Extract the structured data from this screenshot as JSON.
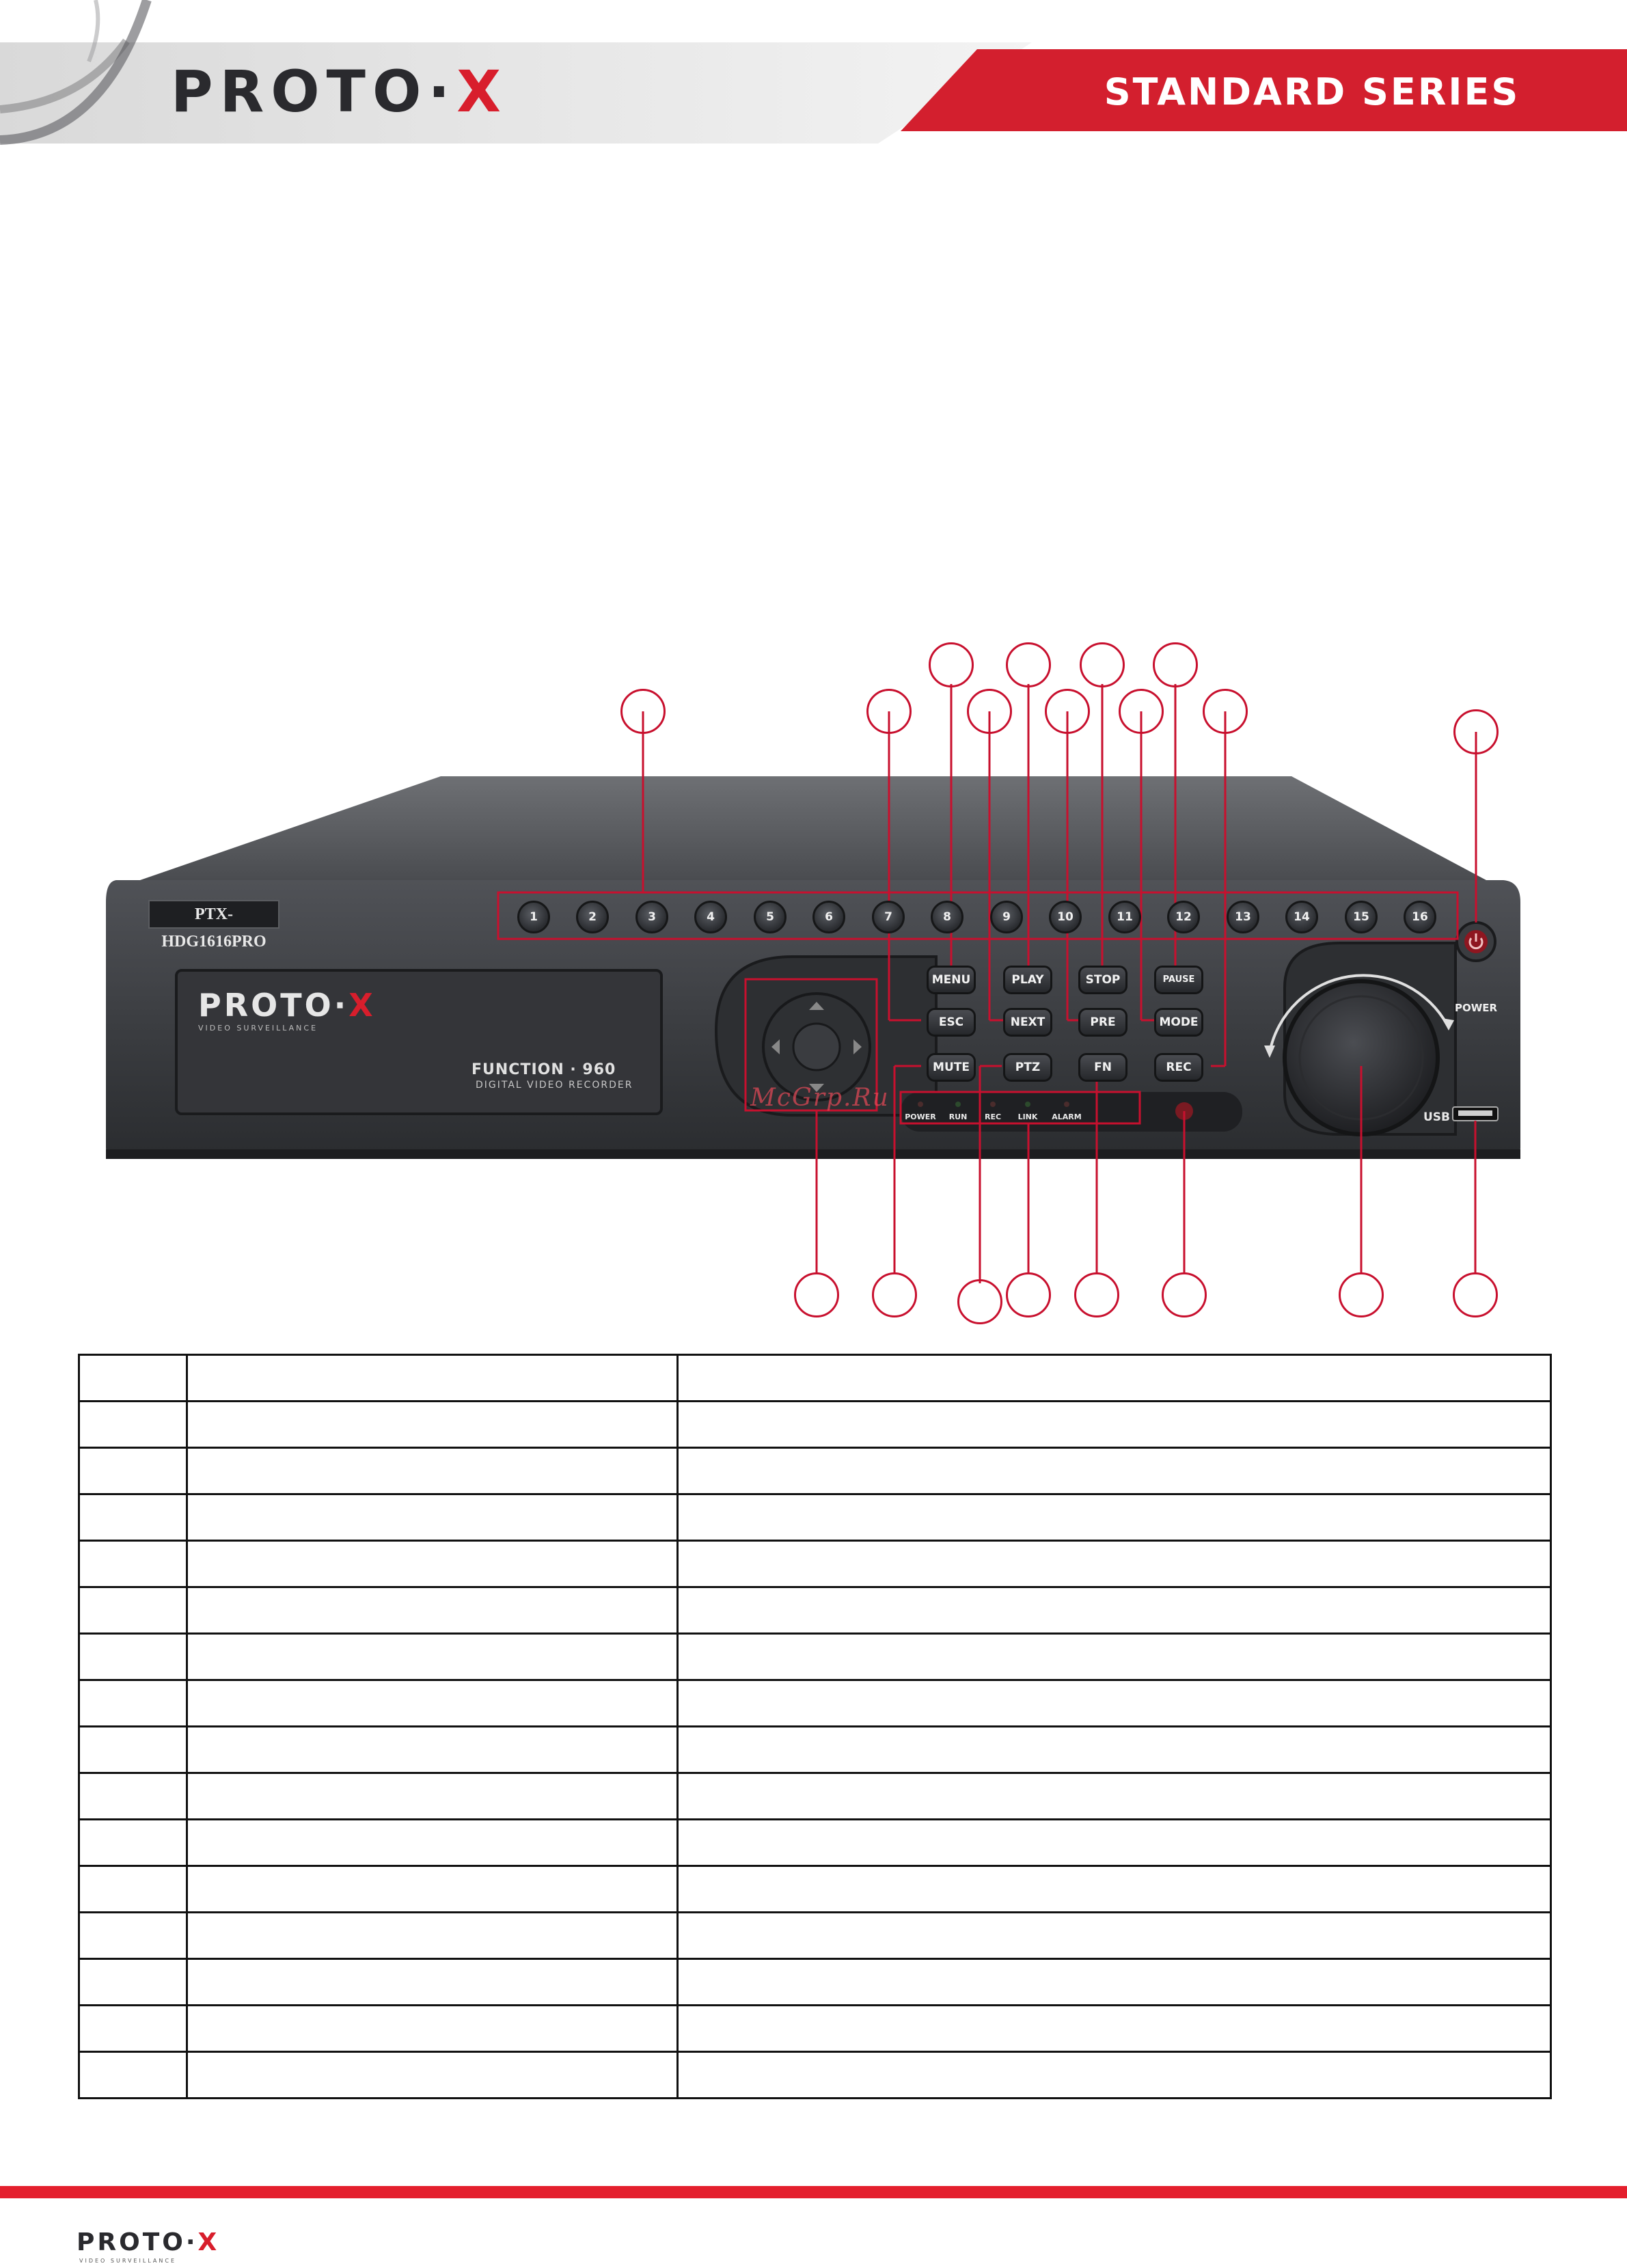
{
  "header": {
    "logo_main": "PROTO·",
    "logo_x": "X",
    "series": "STANDARD SERIES",
    "colors": {
      "accent": "#d81e2c",
      "dark": "#2a2a2e",
      "band": "#e8e8e8"
    }
  },
  "device": {
    "model": "PTX-HDG1616PRO",
    "panel_brand_main": "PROTO·",
    "panel_brand_x": "X",
    "panel_brand_sub": "VIDEO SURVEILLANCE",
    "function_label": "FUNCTION · 960",
    "function_sub": "DIGITAL VIDEO RECORDER",
    "channel_buttons": [
      "1",
      "2",
      "3",
      "4",
      "5",
      "6",
      "7",
      "8",
      "9",
      "10",
      "11",
      "12",
      "13",
      "14",
      "15",
      "16"
    ],
    "function_buttons": {
      "menu": "MENU",
      "play": "PLAY",
      "stop": "STOP",
      "pause": "PAUSE",
      "esc": "ESC",
      "next": "NEXT",
      "pre": "PRE",
      "mode": "MODE",
      "mute": "MUTE",
      "ptz": "PTZ",
      "fn": "FN",
      "rec": "REC"
    },
    "indicators": [
      "POWER",
      "RUN",
      "REC",
      "LINK",
      "ALARM"
    ],
    "power_label": "POWER",
    "usb_label": "USB",
    "watermark": "McGrp.Ru"
  },
  "table": {
    "rows": 16,
    "columns": 3
  },
  "footer": {
    "logo_main": "PROTO·",
    "logo_x": "X",
    "logo_sub": "VIDEO SURVEILLANCE"
  }
}
